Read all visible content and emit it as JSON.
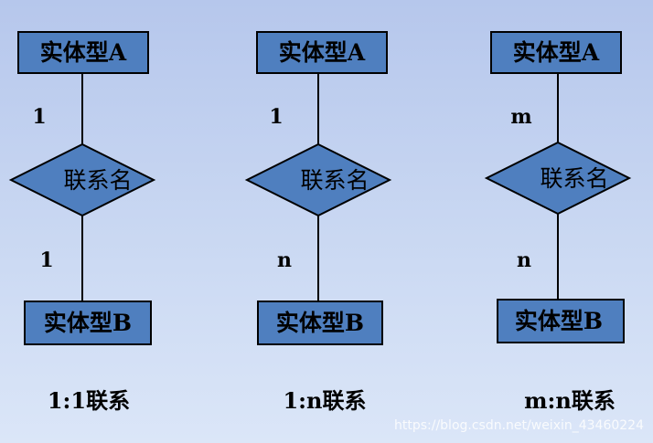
{
  "colors": {
    "box_fill": "#4f7fbf",
    "line": "#000000",
    "background": "#c5d4f0"
  },
  "panels": [
    {
      "entity_top": "实体型A",
      "relationship": "联系名",
      "card_top": "1",
      "card_bottom": "1",
      "entity_bottom": "实体型B",
      "caption": "1:1联系"
    },
    {
      "entity_top": "实体型A",
      "relationship": "联系名",
      "card_top": "1",
      "card_bottom": "n",
      "entity_bottom": "实体型B",
      "caption": "1:n联系"
    },
    {
      "entity_top": "实体型A",
      "relationship": "联系名",
      "card_top": "m",
      "card_bottom": "n",
      "entity_bottom": "实体型B",
      "caption": "m:n联系"
    }
  ],
  "watermark": "https://blog.csdn.net/weixin_43460224"
}
